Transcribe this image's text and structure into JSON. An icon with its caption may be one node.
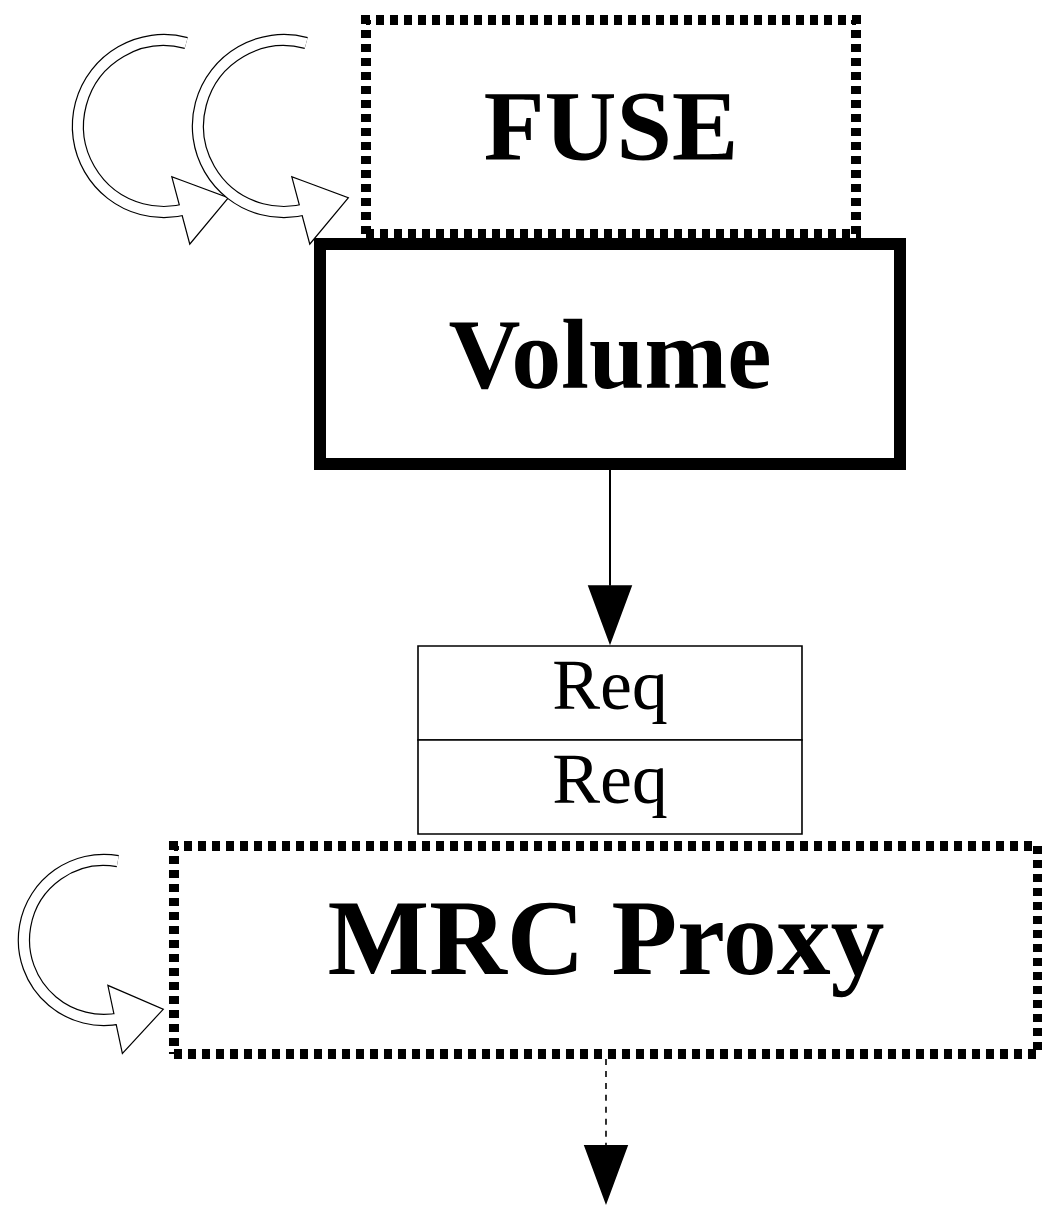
{
  "diagram": {
    "nodes": [
      {
        "text": [
          "FUSE"
        ]
      },
      {
        "text": [
          "Volume"
        ]
      },
      {
        "text": [
          "Req"
        ]
      },
      {
        "text": [
          "Req"
        ]
      },
      {
        "text": [
          "MRC Proxy"
        ]
      }
    ],
    "edges": [
      {
        "from": 1,
        "to": 2,
        "arrow": "to"
      },
      {
        "from": 4,
        "to": null,
        "arrow": "to",
        "style": "dashed"
      }
    ]
  }
}
